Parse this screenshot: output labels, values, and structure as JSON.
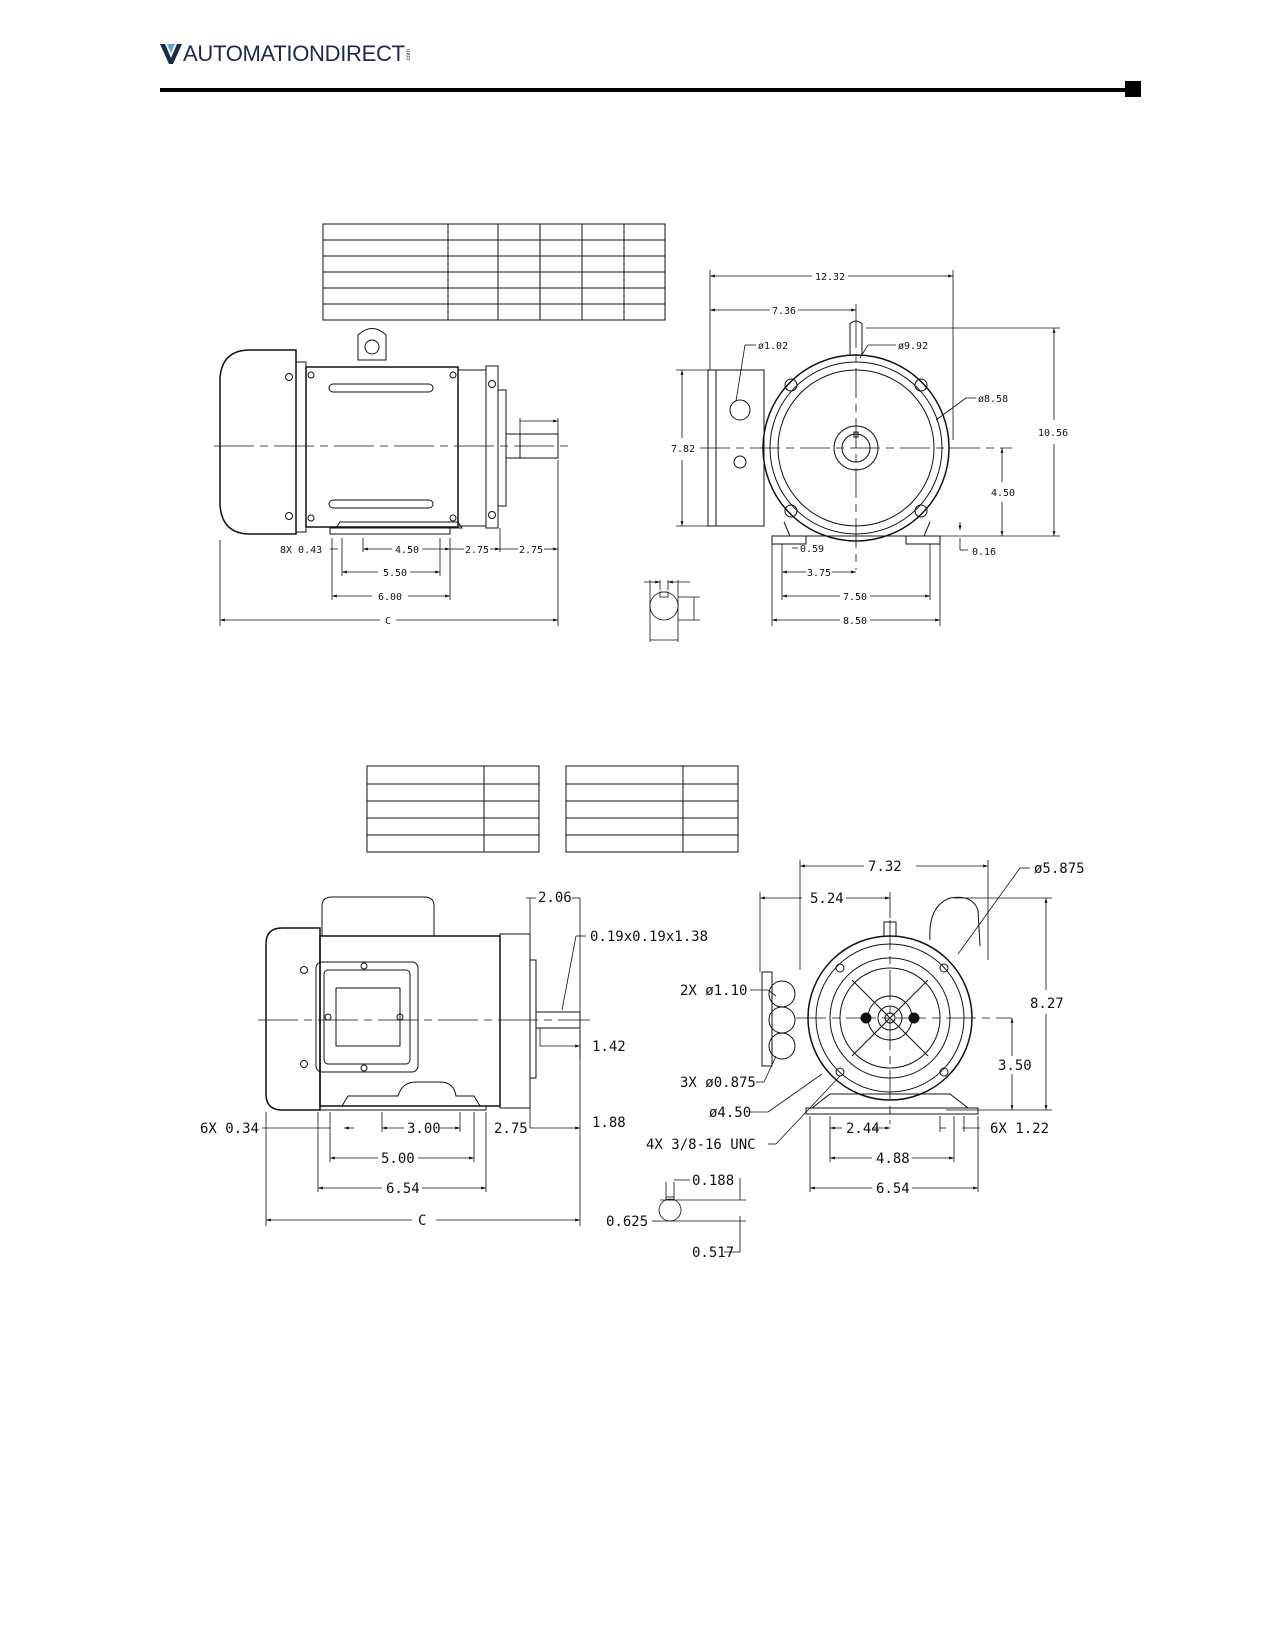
{
  "brand": {
    "name": "AUTOMATIONDIRECT",
    "suffix": ".com",
    "color": "#1b2a4a"
  },
  "drawing1": {
    "side_dims": {
      "holes": "8X 0.43",
      "d450": "4.50",
      "d275a": "2.75",
      "d275b": "2.75",
      "d550": "5.50",
      "d600": "6.00",
      "c": "C"
    },
    "end_dims": {
      "d1232": "12.32",
      "d736": "7.36",
      "dia102": "ø1.02",
      "dia992": "ø9.92",
      "dia858": "ø8.58",
      "d1056": "10.56",
      "d782": "7.82",
      "d450": "4.50",
      "d059": "0.59",
      "d016": "0.16",
      "d375": "3.75",
      "d750": "7.50",
      "d850": "8.50"
    }
  },
  "drawing2": {
    "side_dims": {
      "d206": "2.06",
      "key": "0.19x0.19x1.38",
      "d142": "1.42",
      "d188": "1.88",
      "holes": "6X 0.34",
      "d300": "3.00",
      "d275": "2.75",
      "d500": "5.00",
      "d654": "6.54",
      "c": "C"
    },
    "end_dims": {
      "d732": "7.32",
      "dia5875": "ø5.875",
      "d524": "5.24",
      "dia110": "2X ø1.10",
      "d827": "8.27",
      "d350": "3.50",
      "dia0875": "3X ø0.875",
      "dia450": "ø4.50",
      "thread": "4X 3/8-16 UNC",
      "d244": "2.44",
      "holes": "6X 1.22",
      "d488": "4.88",
      "d654": "6.54"
    },
    "shaft_dims": {
      "d0188": "0.188",
      "d0625": "0.625",
      "d0517": "0.517"
    }
  }
}
